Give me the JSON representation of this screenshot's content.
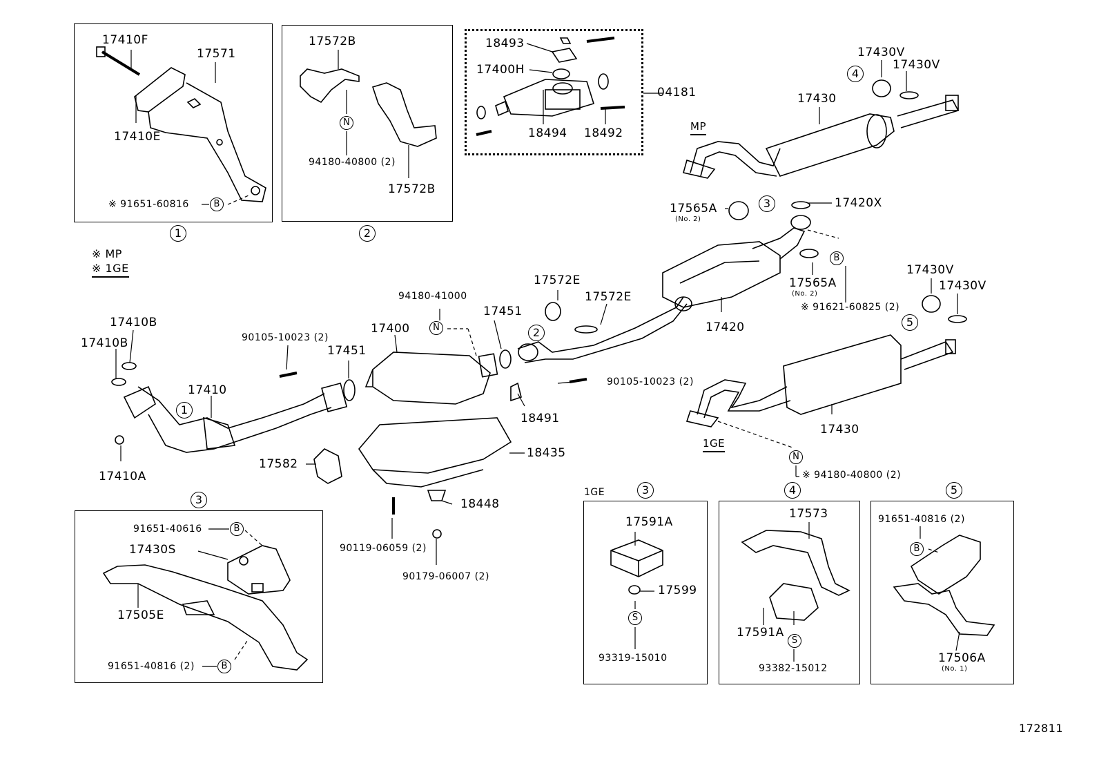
{
  "diagram_id": "172811",
  "legend": {
    "line1": "※ MP",
    "line2": "※ 1GE"
  },
  "section_labels": {
    "mp": "MP",
    "ige_main": "1GE",
    "ige_box": "1GE"
  },
  "callouts": {
    "c1": "1",
    "c2": "2",
    "c3": "3",
    "c4": "4",
    "c5": "5"
  },
  "markers": {
    "B": "B",
    "N": "N",
    "S": "S"
  },
  "box1": {
    "p17410F": "17410F",
    "p17571": "17571",
    "p17410E": "17410E",
    "bolt": "※ 91651-60816"
  },
  "box2": {
    "p17572B_top": "17572B",
    "bolt": "94180-40800 (2)",
    "p17572B_bot": "17572B"
  },
  "kit": {
    "p18493": "18493",
    "p17400H": "17400H",
    "p18494": "18494",
    "p18492": "18492",
    "p04181": "04181"
  },
  "mp_muffler": {
    "p17430V_a": "17430V",
    "p17430V_b": "17430V",
    "p17430": "17430"
  },
  "center": {
    "p17565A_a": "17565A",
    "no2_a": "(No. 2)",
    "p17420X": "17420X",
    "p17565A_b": "17565A",
    "no2_b": "(No. 2)",
    "bolt_b": "※ 91621-60825 (2)",
    "p17572E_a": "17572E",
    "p17572E_b": "17572E",
    "p17420": "17420",
    "p94180_41000": "94180-41000",
    "p17451_a": "17451",
    "p17451_b": "17451",
    "p17400": "17400",
    "p90105_a": "90105-10023 (2)",
    "p90105_b": "90105-10023 (2)",
    "p18491": "18491",
    "p17410B_a": "17410B",
    "p17410B_b": "17410B",
    "p17410": "17410",
    "p17410A": "17410A",
    "p17582": "17582",
    "p18435": "18435",
    "p18448": "18448",
    "p90119": "90119-06059 (2)",
    "p90179": "90179-06007 (2)"
  },
  "ige_muffler": {
    "p17430V_a": "17430V",
    "p17430V_b": "17430V",
    "p17430": "17430",
    "bolt": "※ 94180-40800 (2)"
  },
  "box3_left": {
    "p91651_40616": "91651-40616",
    "p17430S": "17430S",
    "p17505E": "17505E",
    "p91651_40816": "91651-40816 (2)"
  },
  "box3_right": {
    "p17591A": "17591A",
    "p17599": "17599",
    "p93319": "93319-15010"
  },
  "box4": {
    "p17573": "17573",
    "p17591A": "17591A",
    "p93382": "93382-15012"
  },
  "box5": {
    "p91651": "91651-40816 (2)",
    "p17506A": "17506A",
    "no1": "(No. 1)"
  }
}
